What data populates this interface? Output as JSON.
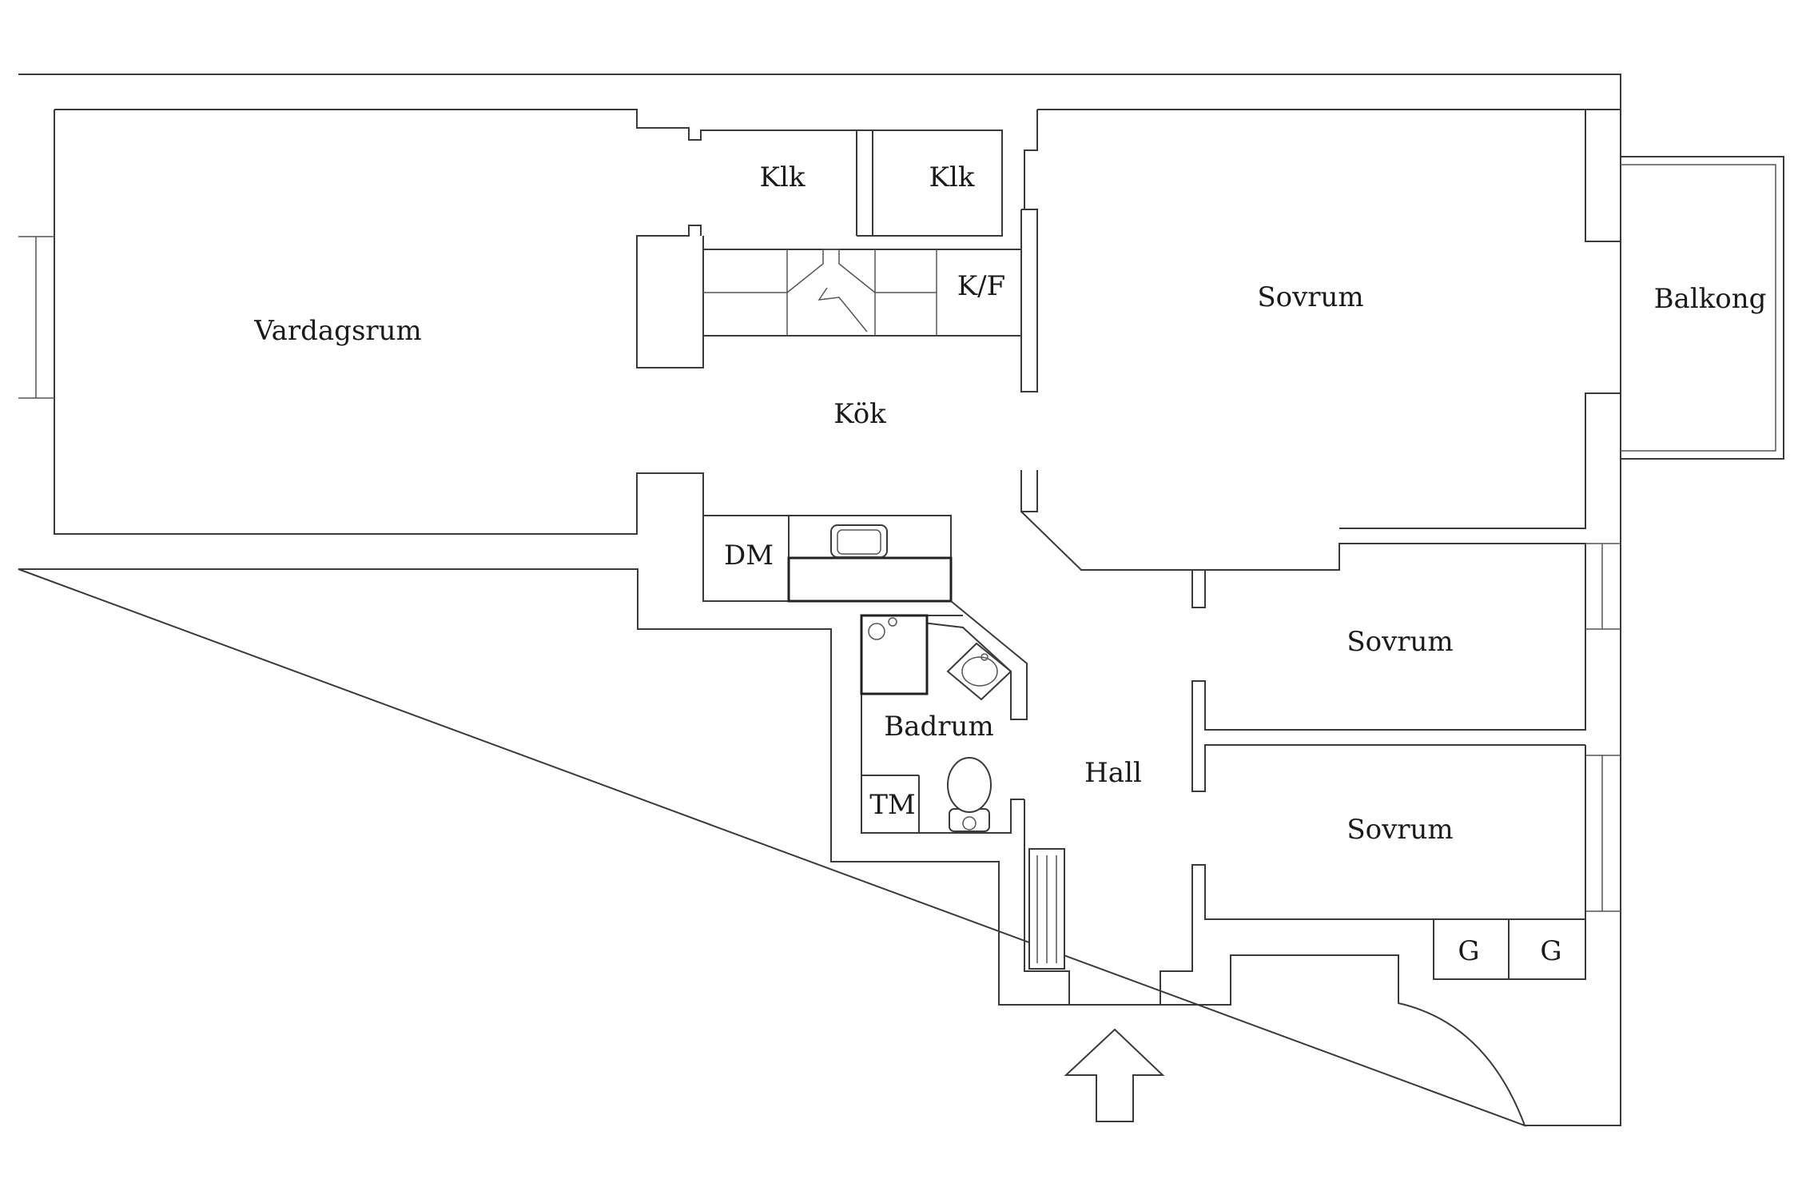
{
  "rooms": {
    "living_room": "Vardagsrum",
    "closet_1": "Klk",
    "closet_2": "Klk",
    "fridge_freezer": "K/F",
    "kitchen": "Kök",
    "dishwasher": "DM",
    "bedroom_main": "Sovrum",
    "balcony": "Balkong",
    "bedroom_2": "Sovrum",
    "bedroom_3": "Sovrum",
    "bathroom": "Badrum",
    "washer": "TM",
    "hall": "Hall",
    "wardrobe_1": "G",
    "wardrobe_2": "G"
  },
  "colors": {
    "line": "#3a3a3a",
    "background": "#ffffff"
  },
  "icons": [
    "stove-hood-icon",
    "sink-icon",
    "basin-icon",
    "toilet-icon",
    "radiator-icon",
    "entrance-arrow-icon"
  ]
}
